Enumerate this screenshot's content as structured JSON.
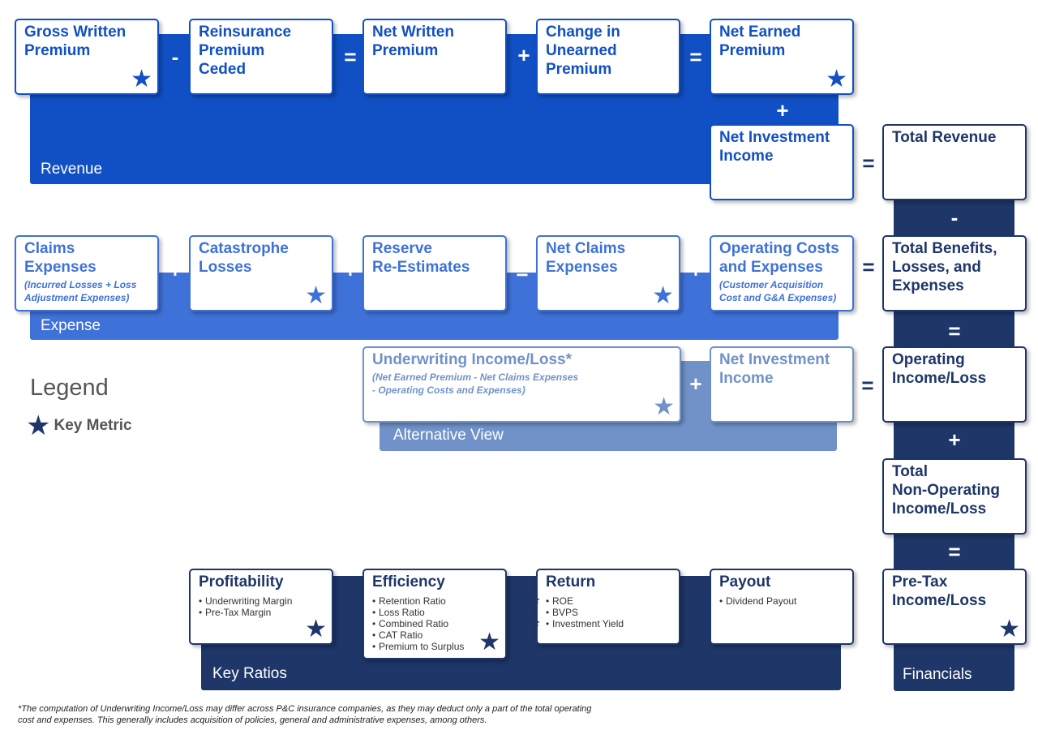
{
  "colors": {
    "revenue": "#1150c4",
    "expense": "#3f72d9",
    "alternative": "#7092c8",
    "navy": "#1e3668"
  },
  "bands": {
    "revenue": "Revenue",
    "expense": "Expense",
    "alternative": "Alternative View",
    "key_ratios": "Key Ratios",
    "financials": "Financials"
  },
  "boxes": {
    "gross_written_premium": {
      "title": "Gross Written\nPremium"
    },
    "reinsurance_premium_ceded": {
      "title": "Reinsurance\nPremium\nCeded"
    },
    "net_written_premium": {
      "title": "Net Written\nPremium"
    },
    "change_in_unearned_premium": {
      "title": "Change in\nUnearned\nPremium"
    },
    "net_earned_premium": {
      "title": "Net Earned\nPremium"
    },
    "net_investment_income": {
      "title": "Net Investment\nIncome"
    },
    "total_revenue": {
      "title": "Total Revenue"
    },
    "claims_expenses": {
      "title": "Claims Expenses",
      "sub": "(Incurred Losses + Loss\nAdjustment Expenses)"
    },
    "catastrophe_losses": {
      "title": "Catastrophe\nLosses"
    },
    "reserve_re_estimates": {
      "title": "Reserve\nRe-Estimates"
    },
    "net_claims_expenses": {
      "title": "Net Claims\nExpenses"
    },
    "operating_costs": {
      "title": "Operating Costs\nand Expenses",
      "sub": "(Customer Acquisition\nCost and G&A Expenses)"
    },
    "total_benefits": {
      "title": "Total Benefits,\nLosses, and\nExpenses"
    },
    "underwriting_income": {
      "title": "Underwriting Income/Loss*",
      "sub": "(Net Earned Premium - Net Claims Expenses\n- Operating Costs and Expenses)"
    },
    "alt_net_investment_income": {
      "title": "Net Investment\nIncome"
    },
    "operating_income": {
      "title": "Operating\nIncome/Loss"
    },
    "total_non_operating": {
      "title": "Total\nNon-Operating\nIncome/Loss"
    },
    "pre_tax_income": {
      "title": "Pre-Tax\nIncome/Loss"
    },
    "profitability": {
      "title": "Profitability",
      "bullets": [
        "Underwriting Margin",
        "Pre-Tax Margin"
      ]
    },
    "efficiency": {
      "title": "Efficiency",
      "bullets": [
        "Retention Ratio",
        "Loss Ratio",
        "Combined Ratio",
        "CAT Ratio",
        "Premium to Surplus"
      ]
    },
    "return": {
      "title": "Return",
      "bullets": [
        "ROE",
        "BVPS",
        "Investment Yield"
      ]
    },
    "payout": {
      "title": "Payout",
      "bullets": [
        "Dividend Payout"
      ]
    }
  },
  "operators": {
    "minus": "-",
    "equals": "=",
    "plus": "+"
  },
  "legend": {
    "title": "Legend",
    "key_metric": "Key Metric"
  },
  "footnote": "*The computation of Underwriting Income/Loss may differ across P&C insurance companies, as they may deduct only a part of the total operating cost and expenses. This generally includes acquisition of policies, general and administrative expenses, among others."
}
